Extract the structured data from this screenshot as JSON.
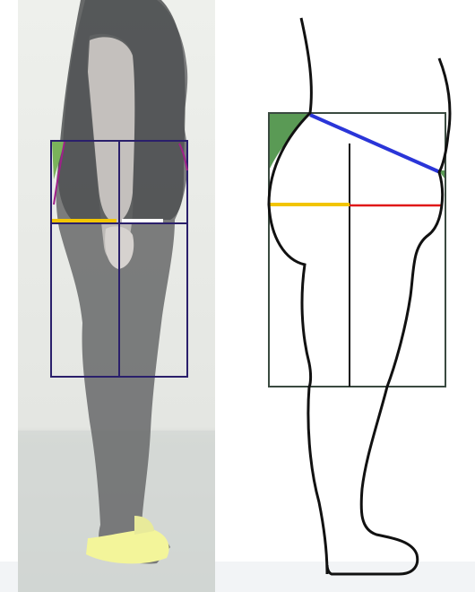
{
  "figure": {
    "left_panel": "photo-with-measurement-grid",
    "right_panel": "line-drawing-body-profile"
  },
  "colors": {
    "grid_line": "#2a1f6b",
    "waist_line": "#2a35d8",
    "hip_front_line": "#f2c500",
    "hip_back_line": "#e01818",
    "shaded_region": "#5a9a55",
    "box_outline": "#3a4a40",
    "outline": "#111111",
    "accent_stroke": "#a0208a"
  },
  "icons": [
    "grid-overlay",
    "body-outline"
  ]
}
